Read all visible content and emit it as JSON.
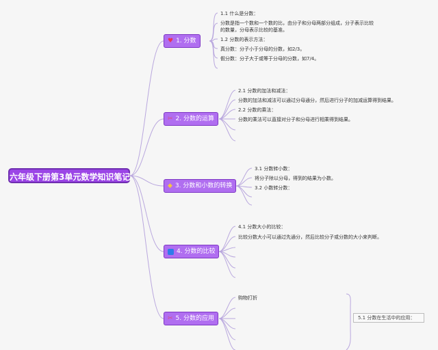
{
  "root": {
    "title": "六年级下册第3单元数学知识笔记"
  },
  "branches": [
    {
      "label": "1. 分数",
      "icon": "heart-icon",
      "color": "#b06ef0",
      "leaves": [
        "1.1 什么是分数：",
        "分数是指一个数和一个数的比，由分子和分母两部分组成，分子表示比较的数量，分母表示比较的基准。",
        "1.2 分数的表示方法：",
        "真分数：分子小于分母的分数，如2/3。",
        "假分数：分子大于或等于分母的分数，如7/4。"
      ]
    },
    {
      "label": "2. 分数的运算",
      "icon": "tools-icon",
      "color": "#b06ef0",
      "leaves": [
        "2.1 分数的加法和减法：",
        "分数的加法和减法可以通过分母通分，然后进行分子的加减运算得到结果。",
        "2.2 分数的乘法：",
        "分数的乘法可以直接对分子和分母进行相乘得到结果。"
      ]
    },
    {
      "label": "3. 分数和小数的转换",
      "icon": "gem-icon",
      "color": "#b06ef0",
      "leaves": [
        "3.1 分数转小数：",
        "将分子除以分母，得到的结果为小数。",
        "3.2 小数转分数："
      ]
    },
    {
      "label": "4. 分数的比较",
      "icon": "blue-square-icon",
      "color": "#b06ef0",
      "leaves": [
        "4.1 分数大小的比较：",
        "比较分数大小可以通过先通分，然后比较分子或分数的大小来判断。"
      ]
    },
    {
      "label": "5. 分数的应用",
      "icon": "tools-icon",
      "color": "#b06ef0",
      "leaves": [
        "购物打折"
      ],
      "callout": "5.1 分数在生活中的应用："
    }
  ],
  "colors": {
    "line": "#b9a7de",
    "branch_fill": "#b06ef0",
    "root_fill": "#9b45e6"
  }
}
